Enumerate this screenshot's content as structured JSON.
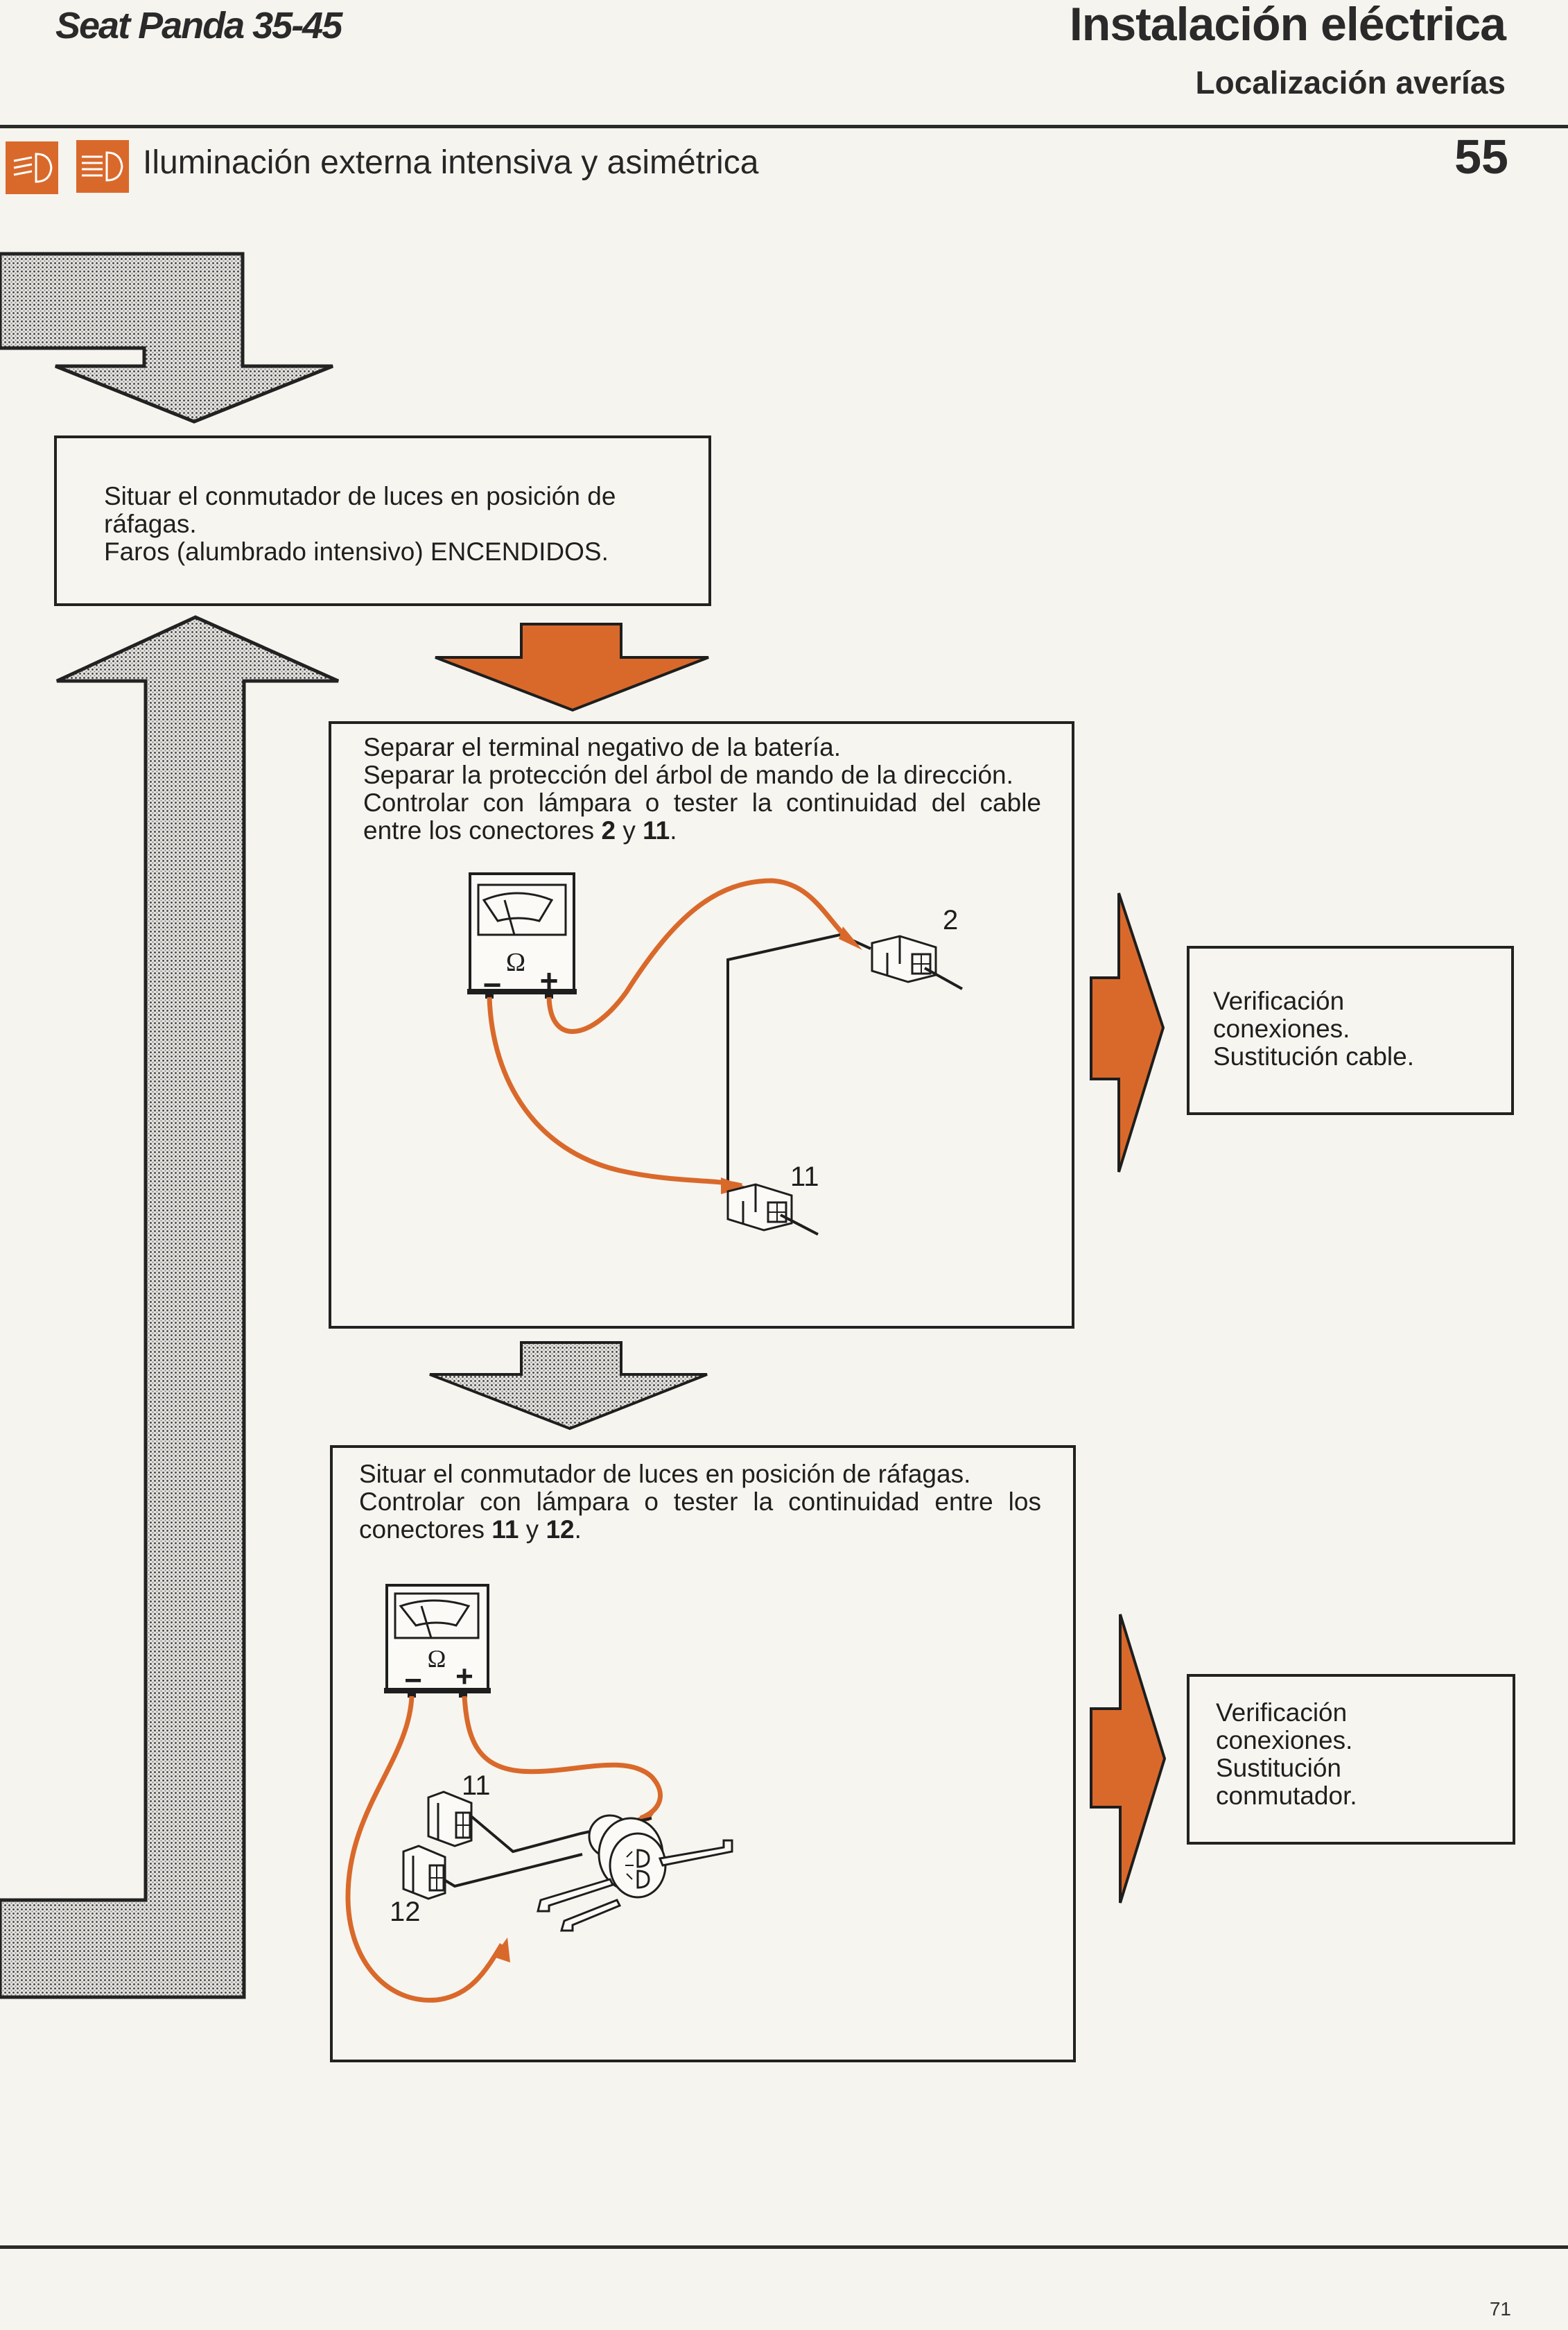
{
  "header": {
    "model": "Seat Panda 35-45",
    "section": "Instalación eléctrica",
    "subsection": "Localización averías",
    "page_section_number": "55"
  },
  "heading": {
    "icons": [
      "headlight-flash-icon",
      "headlight-high-beam-icon"
    ],
    "title": "Iluminación externa intensiva y asimétrica"
  },
  "colors": {
    "accent": "#d9692b",
    "ink": "#222222",
    "paper": "#f6f4ee",
    "screen_gray": "#c9c9c6"
  },
  "flow": {
    "step1": {
      "lines": [
        "Situar el conmutador de luces en posición de ráfagas.",
        "Faros (alumbrado intensivo) ENCENDIDOS."
      ]
    },
    "step2": {
      "line1": "Separar el terminal negativo de la batería.",
      "line2": "Separar la protección del árbol de mando de la dirección.",
      "line3_pre": "Controlar con lámpara o tester la continuidad del cable entre los conectores ",
      "conn_a": "2",
      "mid": " y ",
      "conn_b": "11",
      "end": ".",
      "diagram": {
        "meter_symbol": "Ω",
        "meter_minus": "−",
        "meter_plus": "+",
        "connector_labels": [
          "2",
          "11"
        ]
      }
    },
    "result1": {
      "lines": [
        "Verificación conexiones.",
        "Sustitución cable."
      ]
    },
    "step3": {
      "line1": "Situar el conmutador de luces en posición de ráfagas.",
      "line2_pre": "Controlar con lámpara o tester la continuidad entre los conectores ",
      "conn_a": "11",
      "mid": " y ",
      "conn_b": "12",
      "end": ".",
      "diagram": {
        "meter_symbol": "Ω",
        "meter_minus": "−",
        "meter_plus": "+",
        "connector_labels": [
          "11",
          "12"
        ]
      }
    },
    "result2": {
      "lines": [
        "Verificación conexiones.",
        "Sustitución conmutador."
      ]
    }
  },
  "footer": {
    "page_number": "71"
  }
}
